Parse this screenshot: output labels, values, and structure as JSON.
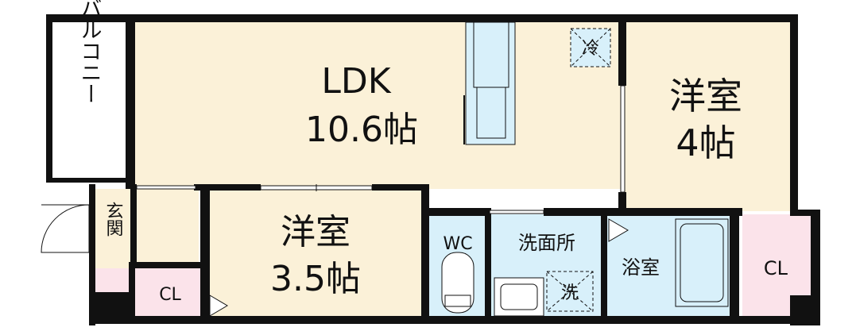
{
  "rooms": {
    "ldk": {
      "name": "LDK",
      "size": "10.6帖"
    },
    "western_room_right": {
      "name": "洋室",
      "size": "4帖"
    },
    "western_room_left": {
      "name": "洋室",
      "size": "3.5帖"
    },
    "balcony": {
      "name": "バルコニー"
    },
    "entrance": {
      "name": "玄関"
    },
    "wc": {
      "name": "WC"
    },
    "washroom": {
      "name": "洗面所"
    },
    "bathroom": {
      "name": "浴室"
    },
    "closet_left": {
      "name": "CL"
    },
    "closet_right": {
      "name": "CL"
    }
  },
  "fixtures": {
    "fridge_mark": "冷",
    "washer_mark": "洗"
  },
  "colors": {
    "wall": "#111111",
    "floor_living": "#fbf1d8",
    "floor_wet": "#d8f0fa",
    "floor_closet": "#fbe3ea",
    "balcony": "#ffffff"
  }
}
